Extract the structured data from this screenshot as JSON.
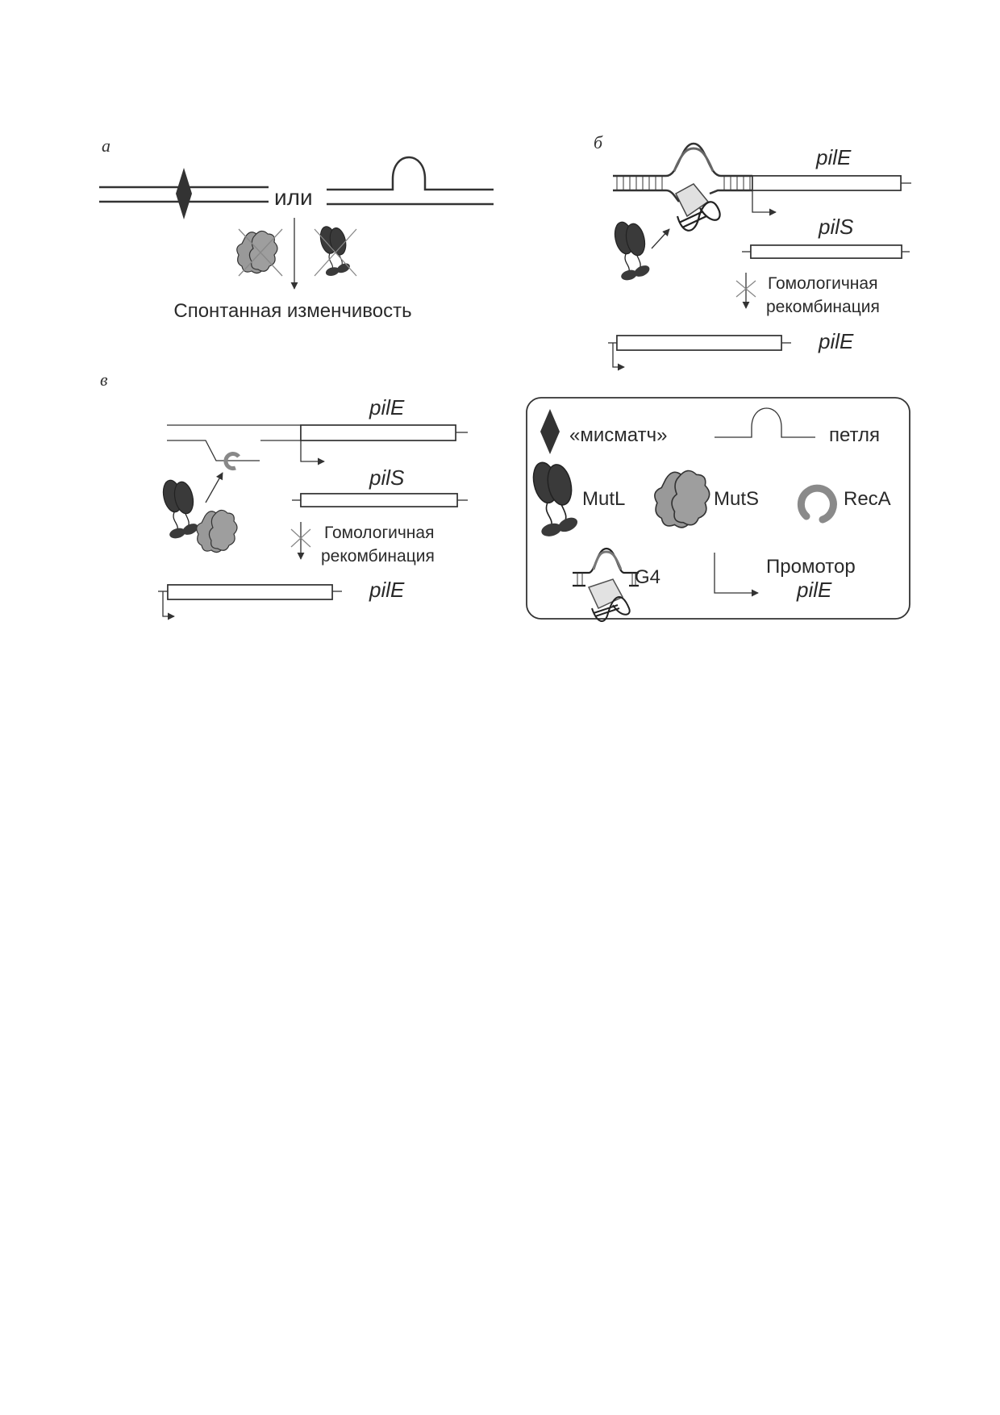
{
  "panel_a": {
    "label": "а",
    "or_text": "или",
    "result_text": "Спонтанная изменчивость"
  },
  "panel_b": {
    "label": "б",
    "gene_top": "pilE",
    "gene_donor": "pilS",
    "process_line1": "Гомологичная",
    "process_line2": "рекомбинация",
    "gene_result": "pilE"
  },
  "panel_c": {
    "label": "в",
    "gene_top": "pilE",
    "gene_donor": "pilS",
    "process_line1": "Гомологичная",
    "process_line2": "рекомбинация",
    "gene_result": "pilE"
  },
  "legend": {
    "mismatch": "«мисматч»",
    "loop": "петля",
    "mutl": "MutL",
    "muts": "MutS",
    "reca": "RecA",
    "g4": "G4",
    "promoter_line1": "Промотор",
    "promoter_line2": "pilE"
  },
  "colors": {
    "dark": "#333333",
    "protein_dark": "#3a3a3a",
    "protein_gray": "#9a9a9a",
    "reca_gray": "#8a8a8a"
  }
}
